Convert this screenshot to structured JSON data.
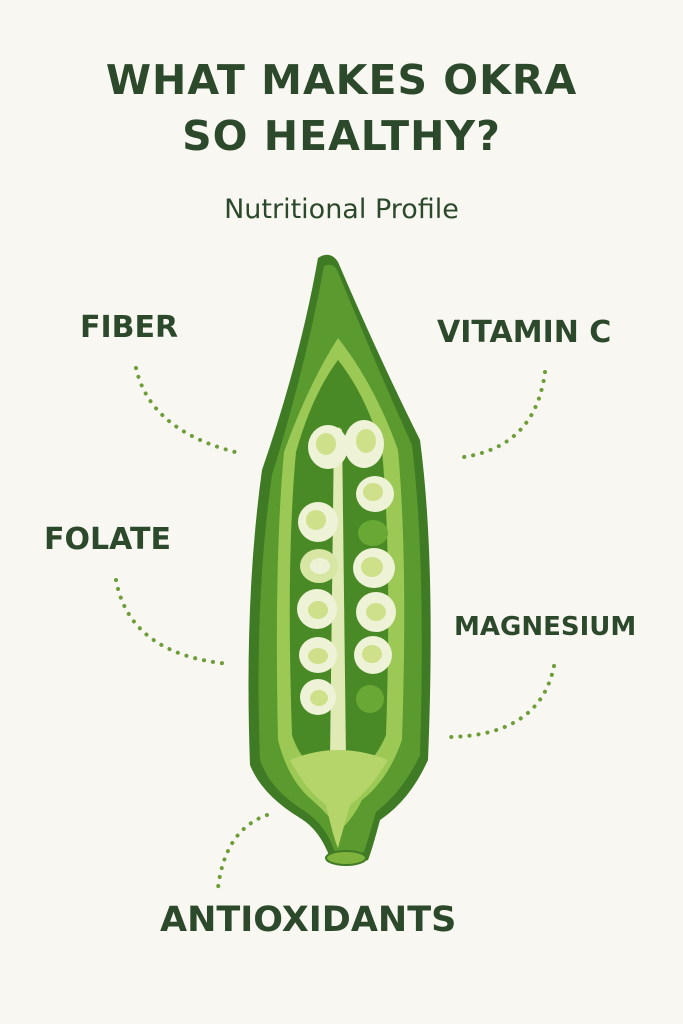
{
  "header": {
    "title_line1": "WHAT MAKES OKRA",
    "title_line2": "SO HEALTHY?",
    "subtitle": "Nutritional Profile"
  },
  "illustration": {
    "subject": "okra-pod-cross-section",
    "colors": {
      "background": "#f9f7f2",
      "text": "#2c4a2b",
      "pod_dark": "#3f7a24",
      "pod_mid": "#5a9a2e",
      "pod_light": "#9cc956",
      "seed_outer": "#eef3d8",
      "seed_inner": "#cfe08a",
      "dotted_line": "#6e9e3a"
    }
  },
  "nutrients": [
    {
      "id": "fiber",
      "label": "FIBER",
      "side": "left"
    },
    {
      "id": "vitamin-c",
      "label": "VITAMIN C",
      "side": "right"
    },
    {
      "id": "folate",
      "label": "FOLATE",
      "side": "left"
    },
    {
      "id": "magnesium",
      "label": "MAGNESIUM",
      "side": "right"
    },
    {
      "id": "antioxidants",
      "label": "ANTIOXIDANTS",
      "side": "bottom"
    }
  ]
}
